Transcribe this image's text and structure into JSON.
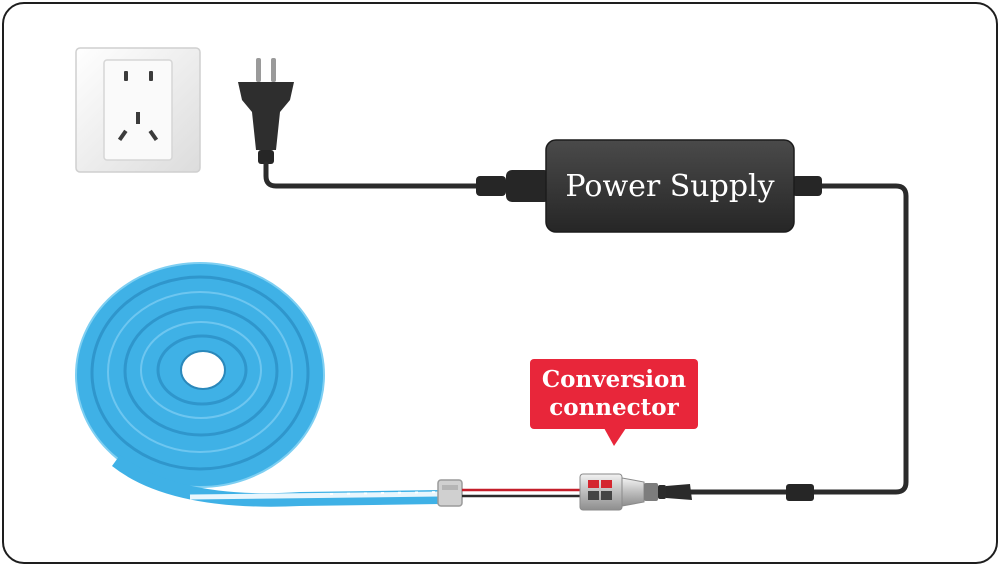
{
  "labels": {
    "power_supply": "Power Supply",
    "conversion_connector_line1": "Conversion",
    "conversion_connector_line2": "connector"
  },
  "colors": {
    "frame_border": "#1e1e1e",
    "cable": "#2b2b2b",
    "power_supply_body": "#3a3a3a",
    "power_supply_text": "#ffffff",
    "callout_bg": "#e8263a",
    "callout_text": "#ffffff",
    "neon_strip": "#3fb1e6",
    "wire_red": "#c41e2a"
  },
  "icons": [
    "wall-socket-icon",
    "power-plug-icon",
    "neon-strip-coil-icon",
    "dc-connector-icon",
    "strip-clip-icon"
  ]
}
